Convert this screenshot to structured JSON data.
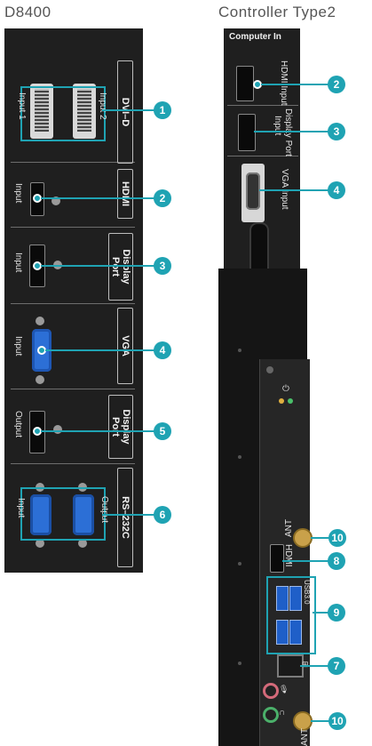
{
  "left": {
    "title": "D8400",
    "sections": {
      "dvi": "DVI–D",
      "hdmi": "HDMI",
      "dp": "Display Port",
      "vga": "VGA",
      "dp_out": "Display Port",
      "rs232": "RS–232C"
    },
    "ports": {
      "input_1": "Input 1",
      "input_2": "Input 2",
      "hdmi_input": "Input",
      "dp_input": "Input",
      "vga_input": "Input",
      "dp_output": "Output",
      "rs_input": "Input",
      "rs_output": "Output"
    },
    "callouts": [
      "1",
      "2",
      "3",
      "4",
      "5",
      "6"
    ]
  },
  "right": {
    "title": "Controller Type2",
    "computer_in": "Computer In",
    "hdmi_input": "HDMI Input",
    "dp_input_1": "Display Port",
    "dp_input_2": "Input",
    "vga_input": "VGA Input",
    "ant": "ANT",
    "hdmi": "HDMI",
    "usb": "USB3.0",
    "callouts": {
      "hdmi": "2",
      "dp": "3",
      "vga": "4",
      "ant_top": "10",
      "hdmi_lower": "8",
      "usb": "9",
      "lan": "7",
      "ant_bottom": "10"
    }
  },
  "colors": {
    "accent": "#1fa3b3"
  }
}
